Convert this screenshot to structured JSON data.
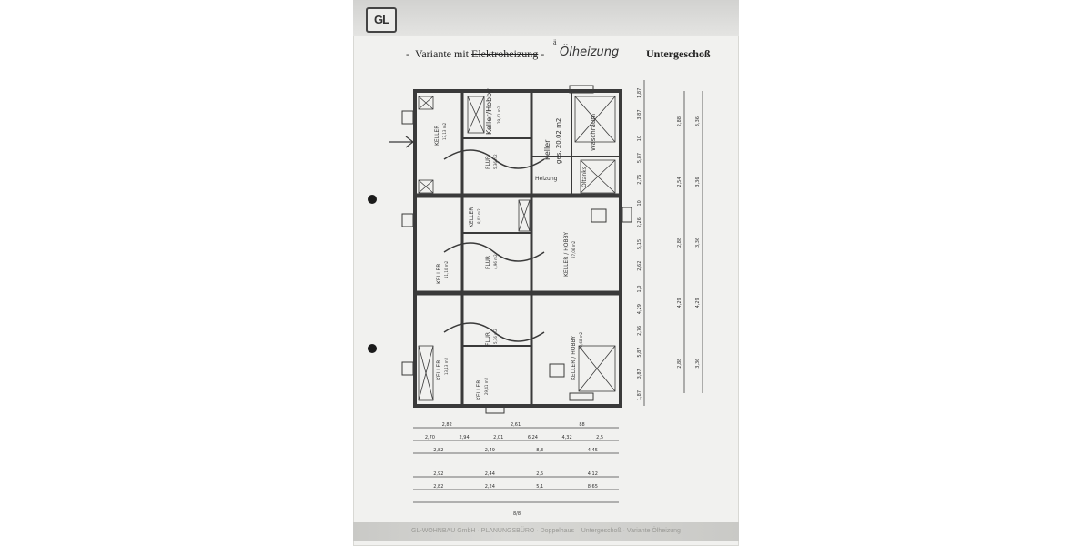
{
  "header": {
    "logo_text": "GL",
    "variant_prefix": "Variante mit",
    "variant_struck": "Elektroheizung",
    "variant_handwritten": "Ölheizung",
    "umlaut_mark": "ä",
    "floor_title": "Untergeschoß"
  },
  "rooms": {
    "keller_top_left": {
      "name": "KELLER",
      "area": "13,13 m2"
    },
    "keller_hobby_top": {
      "name": "Keller/Hobby",
      "area": "29,41 m2"
    },
    "keller_top_right": {
      "name": "Keller",
      "area": "ges. 20,02 m2"
    },
    "waschraum": {
      "name": "Waschraum"
    },
    "heizung": {
      "name": "Heizung"
    },
    "oeltanks": {
      "name": "Öltanks"
    },
    "flur_top": {
      "name": "FLUR",
      "area": "5,36 m2"
    },
    "keller_mid_small": {
      "name": "KELLER",
      "area": "8,02 m2"
    },
    "keller_mid_left": {
      "name": "KELLER",
      "area": "11,10 m2"
    },
    "flur_mid": {
      "name": "FLUR",
      "area": "4,96 m2"
    },
    "keller_hobby_mid": {
      "name": "KELLER / HOBBY",
      "area": "27,06 m2"
    },
    "flur_bottom": {
      "name": "FLUR",
      "area": "5,36 m2"
    },
    "keller_hobby_bottom": {
      "name": "KELLER / HOBBY",
      "area": "20,68 m2"
    },
    "keller_bottom_left": {
      "name": "KELLER",
      "area": "13,13 m2"
    },
    "keller_bottom_mid": {
      "name": "KELLER",
      "area": "29,41 m2"
    }
  },
  "dimensions": {
    "right_col1": [
      "1,87",
      "3,87",
      "10",
      "5,87",
      "2,76",
      "10",
      "2,26",
      "5,15",
      "2,62",
      "1,0",
      "4,29",
      "2,76",
      "5,87",
      "3,87",
      "1,87"
    ],
    "right_col2": [
      "2,88",
      "2,54",
      "2,88",
      "4,29",
      "2,88"
    ],
    "right_col3": [
      "3,36",
      "3,36",
      "3,36",
      "4,29",
      "3,36"
    ],
    "bottom_row1": [
      "2,82",
      "2,61",
      "88"
    ],
    "bottom_row2": [
      "2,70",
      "2,94",
      "2,01",
      "6,24",
      "4,32",
      "2,5"
    ],
    "bottom_row3": [
      "2,82",
      "2,49",
      "8,3",
      "4,45"
    ],
    "bottom_row4": [
      "2,92",
      "2,44",
      "2,5",
      "4,12"
    ],
    "bottom_row5": [
      "2,82",
      "2,24",
      "5,1",
      "8,65"
    ],
    "scale_note": "8/8"
  },
  "footer": {
    "text": "GL-WOHNBAU GmbH · PLANUNGSBÜRO · Doppelhaus – Untergeschoß · Variante Ölheizung"
  }
}
